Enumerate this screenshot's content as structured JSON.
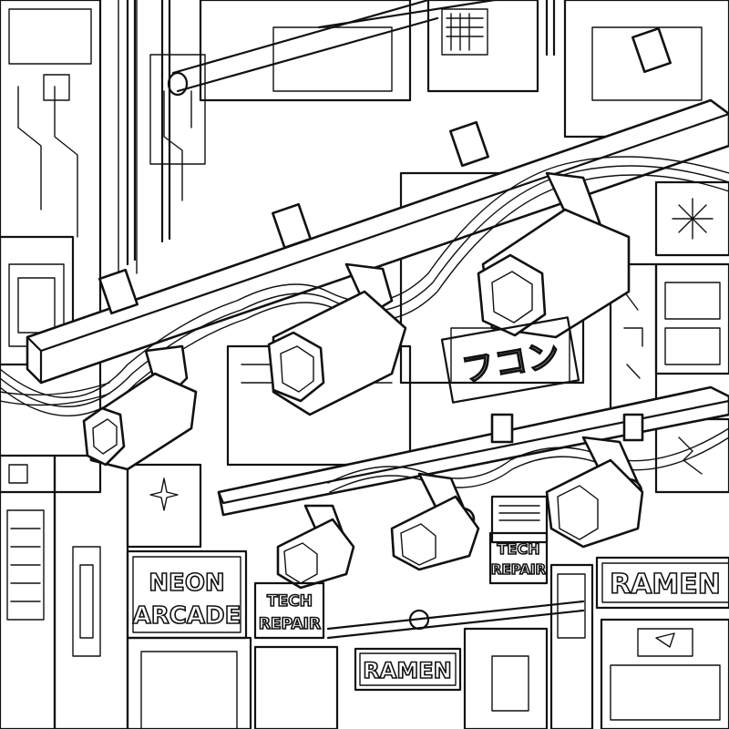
{
  "signs": {
    "neon_arcade": {
      "line1": "NEON",
      "line2": "ARCADE"
    },
    "tech_repair_left": {
      "line1": "TECH",
      "line2": "REPAIR"
    },
    "tech_repair_right": {
      "line1": "TECH",
      "line2": "REPAIR"
    },
    "ramen_bottom": {
      "text": "RAMEN"
    },
    "ramen_right": {
      "text": "RAMEN"
    }
  },
  "katakana_sign": {
    "text": "フコン"
  },
  "colors": {
    "ink": "#111111",
    "paper": "#ffffff"
  }
}
